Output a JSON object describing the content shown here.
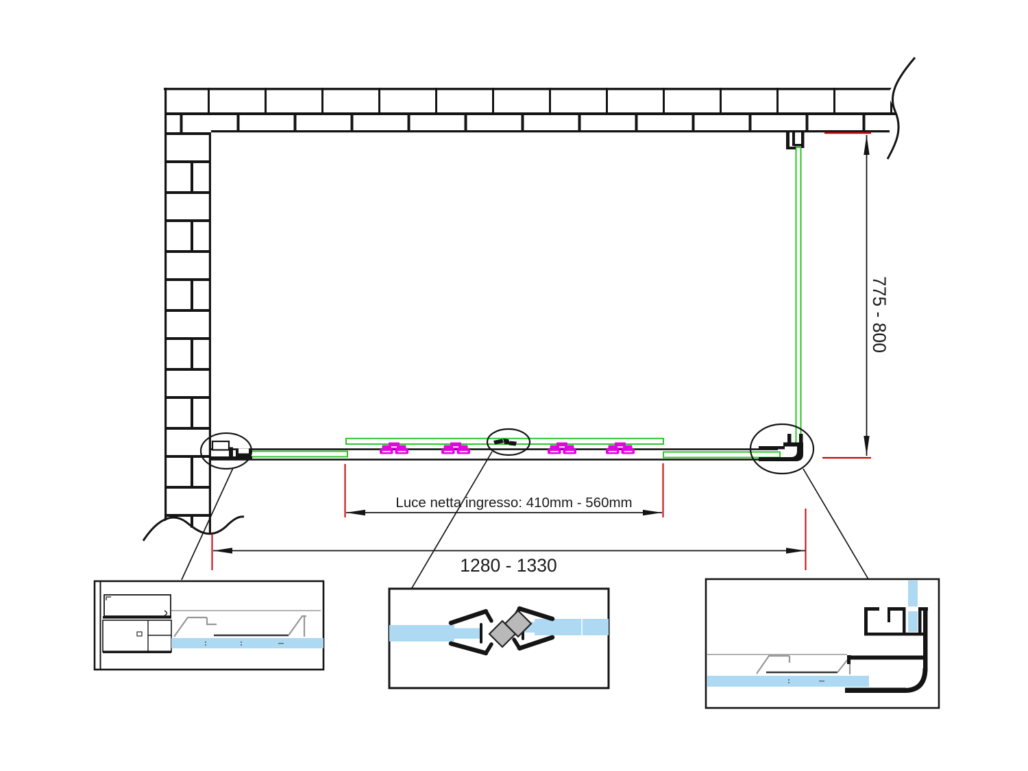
{
  "dimensions": {
    "width": {
      "label": "1280 - 1330",
      "min_mm": 1280,
      "max_mm": 1330
    },
    "height": {
      "label": "775 - 800",
      "min_mm": 775,
      "max_mm": 800
    },
    "entry": {
      "label": "Luce netta ingresso: 410mm - 560mm",
      "min_mm": 410,
      "max_mm": 560
    }
  },
  "colors": {
    "glass-green": "#2bc62b",
    "roller-magenta": "#e106e1",
    "dim-red": "#c40808",
    "glass-blue": "#aed9f2",
    "profile-gray": "#979797",
    "ink": "#141414"
  }
}
